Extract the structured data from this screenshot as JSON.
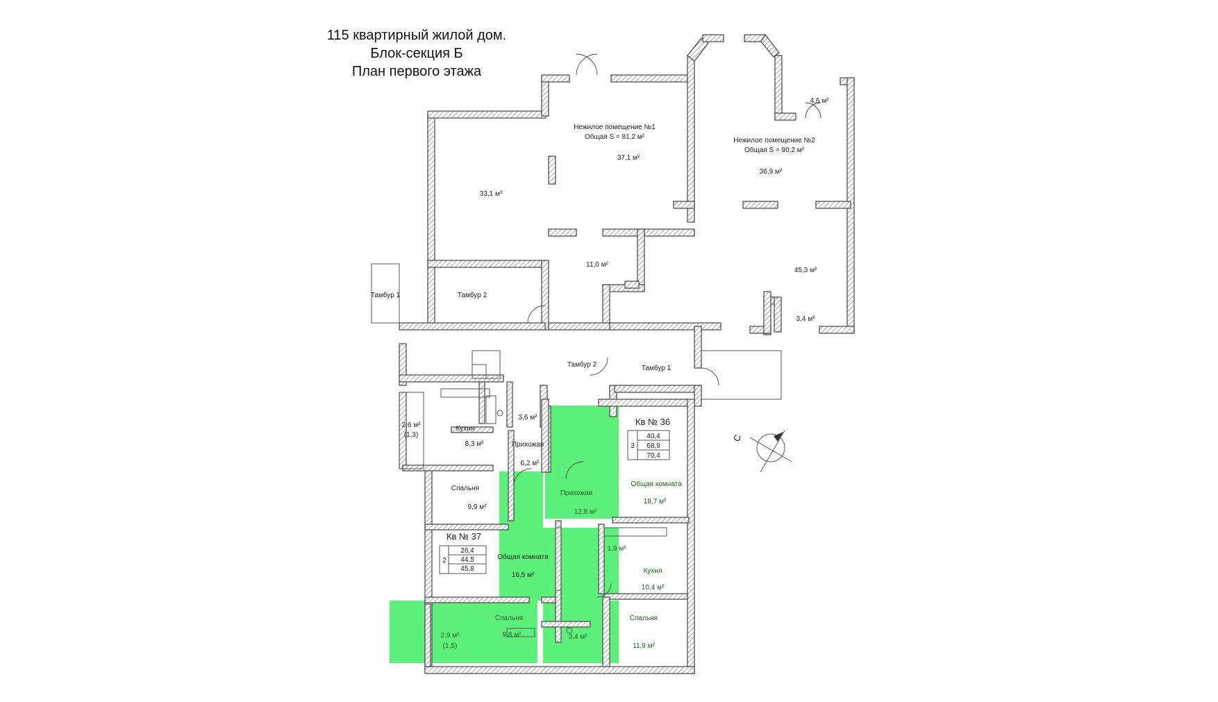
{
  "title": {
    "line1": "115 квартирный жилой дом.",
    "line2": "Блок-секция Б",
    "line3": "План первого этажа"
  },
  "colors": {
    "highlight": "#5df07a",
    "wall_hatch": "#888888",
    "wall_outline": "#444444"
  },
  "rooms": {
    "nz1_name": "Нежилое помещение №1",
    "nz1_total": "Общая S = 81,2 м²",
    "nz1_a": "37,1 м²",
    "nz1_b": "33,1 м²",
    "nz1_c": "11,0 м²",
    "nz2_name": "Нежилое помещение №2",
    "nz2_total": "Общая S = 90,2 м²",
    "nz2_a": "36,9 м²",
    "nz2_b": "45,3 м²",
    "nz2_c": "4,6 м²",
    "nz2_d": "3,4 м²",
    "tambur1_left": "Тамбур 1",
    "tambur2_left": "Тамбур 2",
    "tambur2_mid": "Тамбур 2",
    "tambur1_right": "Тамбур 1"
  },
  "apt37": {
    "title": "Кв № 37",
    "rooms_count": "2",
    "area_living": "26,4",
    "area_total": "44,5",
    "area_full": "45,8",
    "kitchen": "Кухня",
    "kitchen_area": "8,3 м²",
    "bath_area": "3,6 м²",
    "hall": "Прихожая",
    "hall_area": "6,2 м²",
    "balcony_area": "2,6 м²",
    "balcony_coef": "(1,3)",
    "bedroom": "Спальня",
    "bedroom_area": "9,9 м²",
    "living": "Общая комната",
    "living_area": "16,5 м²"
  },
  "apt36": {
    "title": "Кв № 36",
    "rooms_count": "3",
    "area_living": "40,4",
    "area_total": "68,9",
    "area_full": "70,4",
    "hall": "Прихожая",
    "hall_area": "12,8 м²",
    "living": "Общая комната",
    "living_area": "18,7 м²",
    "wc_area": "1,9 м²",
    "kitchen": "Кухня",
    "kitchen_area": "10,4 м²",
    "bedroom1": "Спальня",
    "bedroom1_area": "9,8 м²",
    "bedroom2": "Спальня",
    "bedroom2_area": "11,9 м²",
    "bath_area": "3,4 м²",
    "balcony_area": "2,9 м²",
    "balcony_coef": "(1,5)"
  },
  "compass": {
    "north_label": "С"
  }
}
